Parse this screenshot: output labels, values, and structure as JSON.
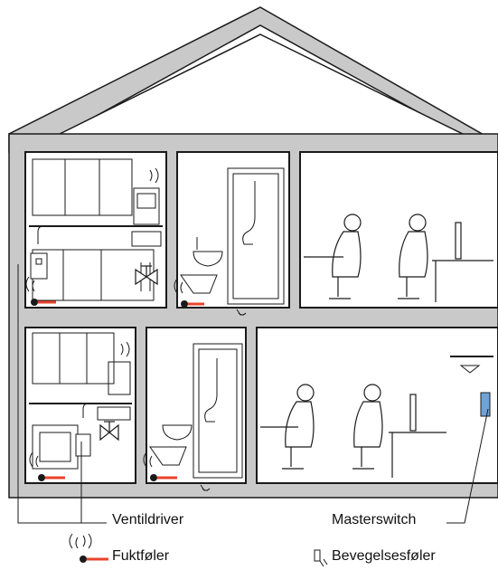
{
  "labels": {
    "ventildriver": "Ventildriver",
    "masterswitch": "Masterswitch",
    "fuktfoler": "Fuktføler",
    "bevegelsesfoler": "Bevegelsesføler"
  },
  "colors": {
    "wall": "#c9c9c9",
    "line": "#1a1a1a",
    "sensor_accent": "#e8442b",
    "masterswitch": "#6fa3d8"
  },
  "icons": {
    "humidity_sensor": "humidity-sensor-icon",
    "motion_sensor": "motion-sensor-icon",
    "valve": "valve-icon"
  }
}
